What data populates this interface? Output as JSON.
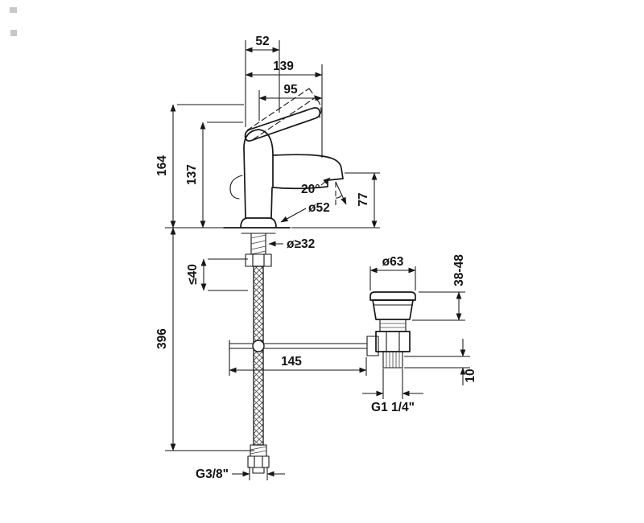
{
  "drawing": {
    "dims": {
      "handle_width": "52",
      "total_depth": "139",
      "spout_reach": "95",
      "total_height": "164",
      "body_height": "137",
      "spout_angle": "20°",
      "base_diameter": "ø52",
      "spout_height": "77",
      "hole_diameter": "ø≥32",
      "deck_thickness": "≤40",
      "hose_length": "396",
      "rod_length": "145",
      "waste_diameter": "ø63",
      "waste_height_range": "38-48",
      "thread_length": "10",
      "waste_thread": "G1 1/4\"",
      "supply_thread": "G3/8\""
    }
  }
}
